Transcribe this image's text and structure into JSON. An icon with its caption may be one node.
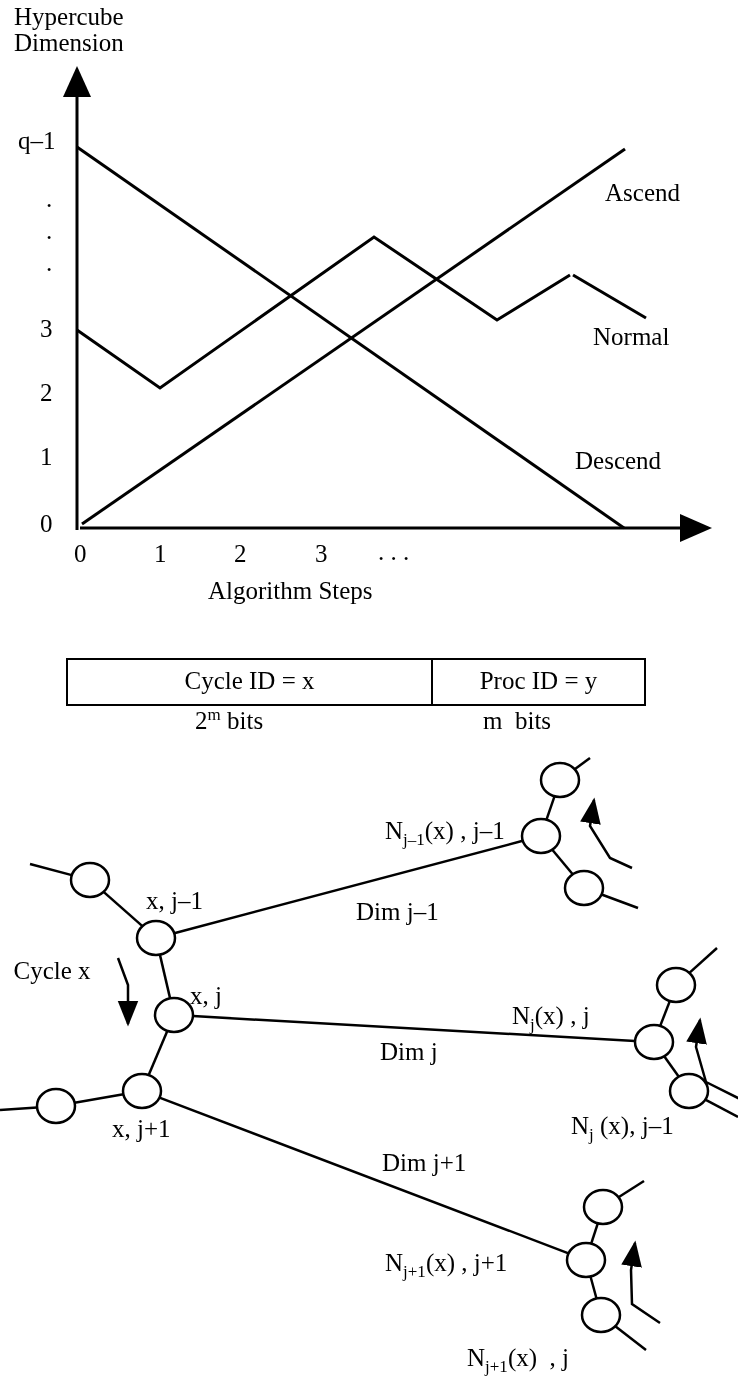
{
  "diagram": {
    "nodes": [
      {
        "text": [],
        "shape": "circle"
      },
      {
        "text": [],
        "shape": "circle",
        "beside": [
          "x, j–1"
        ]
      },
      {
        "text": [],
        "shape": "circle",
        "beside": [
          "x, j"
        ]
      },
      {
        "text": [],
        "shape": "circle",
        "beside": [
          "x, j+1"
        ]
      },
      {
        "text": [],
        "shape": "circle"
      },
      {
        "text": [],
        "shape": "circle"
      },
      {
        "text": [],
        "shape": "circle",
        "beside": [
          "N$_{j–1}$(x) , j–1"
        ]
      },
      {
        "text": [],
        "shape": "circle"
      },
      {
        "text": [],
        "shape": "circle"
      },
      {
        "text": [],
        "shape": "circle",
        "beside": [
          "N$_{j}$(x) , j"
        ]
      },
      {
        "text": [],
        "shape": "circle",
        "beside": [
          "N$_{j}$ (x), j–1"
        ]
      },
      {
        "text": [],
        "shape": "circle"
      },
      {
        "text": [],
        "shape": "circle",
        "beside": [
          "N$_{j+1}$(x) , j+1"
        ]
      },
      {
        "text": [],
        "shape": "circle",
        "beside": [
          "N$_{j+1}$(x)  , j"
        ]
      }
    ],
    "edges": [
      {
        "from": 0,
        "to": 1,
        "arrow": "none"
      },
      {
        "from": 1,
        "to": 2,
        "arrow": "none"
      },
      {
        "from": 2,
        "to": 3,
        "arrow": "none"
      },
      {
        "from": 3,
        "to": 4,
        "arrow": "none"
      },
      {
        "from": 1,
        "to": 6,
        "arrow": "none",
        "label": "Dim j–1"
      },
      {
        "from": 2,
        "to": 9,
        "arrow": "none",
        "label": "Dim j"
      },
      {
        "from": 3,
        "to": 12,
        "arrow": "none",
        "label": "Dim j+1"
      },
      {
        "from": 5,
        "to": 6,
        "arrow": "none"
      },
      {
        "from": 6,
        "to": 7,
        "arrow": "none"
      },
      {
        "from": 8,
        "to": 9,
        "arrow": "none"
      },
      {
        "from": 9,
        "to": 10,
        "arrow": "none"
      },
      {
        "from": 11,
        "to": 12,
        "arrow": "none"
      },
      {
        "from": 12,
        "to": 13,
        "arrow": "none"
      },
      {
        "from": 0,
        "to": null,
        "arrow": "none"
      },
      {
        "from": 4,
        "to": null,
        "arrow": "none"
      },
      {
        "from": 5,
        "to": null,
        "arrow": "none"
      },
      {
        "from": 7,
        "to": null,
        "arrow": "none"
      },
      {
        "from": 8,
        "to": null,
        "arrow": "none"
      },
      {
        "from": 10,
        "to": null,
        "arrow": "none"
      },
      {
        "from": 11,
        "to": null,
        "arrow": "none"
      },
      {
        "from": 13,
        "to": null,
        "arrow": "none"
      }
    ],
    "labels": [
      "Hypercube Dimension",
      "q–1",
      ".",
      ".",
      ".",
      "Ascend",
      "3",
      "Normal",
      "2",
      "1",
      "Descend",
      "0",
      "0",
      "1",
      "2",
      "3",
      ". . .",
      "Algorithm Steps",
      "Cycle ID = x",
      "Proc ID = y",
      "2$^{m}$ bits",
      "m  bits",
      "Cycle x"
    ]
  }
}
